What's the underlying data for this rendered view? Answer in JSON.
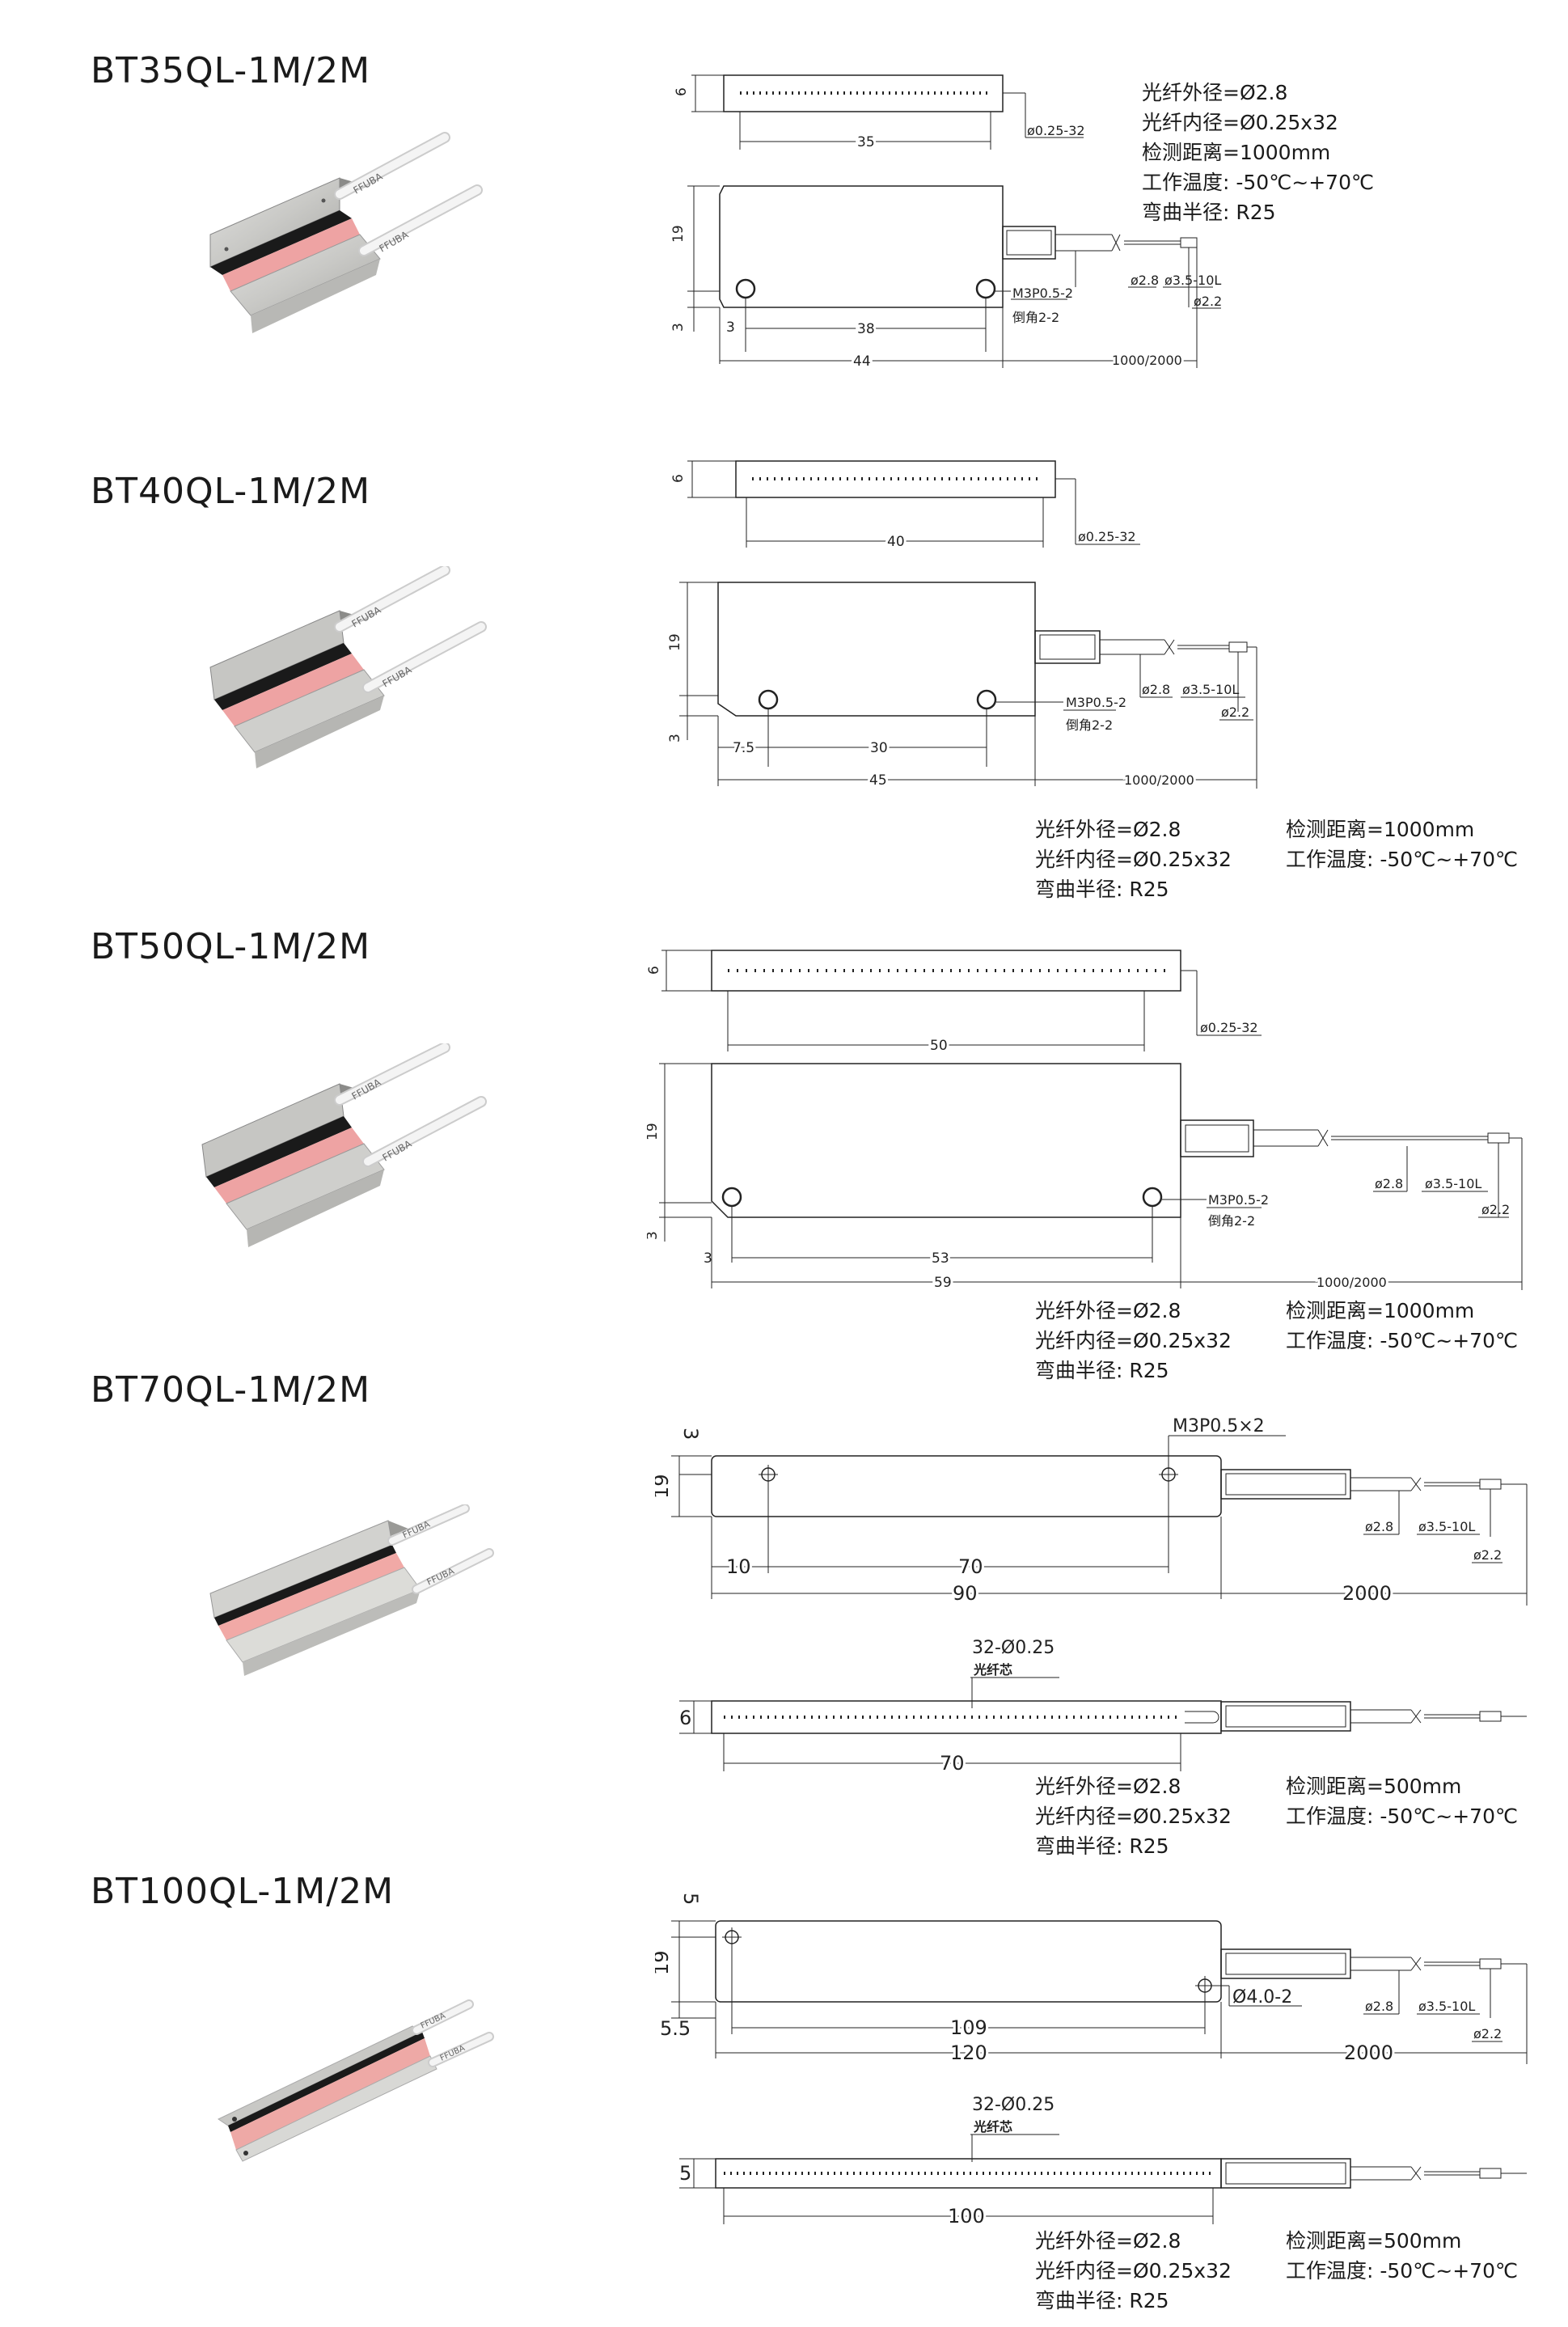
{
  "sections": [
    {
      "model": "BT35QL-1M/2M",
      "photo": {
        "label_top": "FFUBA",
        "label_bottom": "FFUBA"
      },
      "top_view": {
        "dims": {
          "thickness": "6",
          "length": "35",
          "hole": "ø0.25-32"
        }
      },
      "front_view": {
        "dims": {
          "height": "19",
          "offset": "3",
          "gap": "3",
          "hole_spacing": "38",
          "total": "44",
          "cable": "1000/2000",
          "thread": "M3P0.5-2",
          "chamfer": "倒角2-2",
          "d_outer": "ø2.8",
          "tip": "ø3.5-10L",
          "tip_d": "ø2.2"
        }
      },
      "specs": {
        "outer_dia": "光纤外径=Ø2.8",
        "inner_dia": "光纤内径=Ø0.25x32",
        "distance": "检测距离=1000mm",
        "temp": "工作温度: -50℃~+70℃",
        "bend": "弯曲半径: R25"
      }
    },
    {
      "model": "BT40QL-1M/2M",
      "photo": {
        "label_top": "FFUBA",
        "label_bottom": "FFUBA"
      },
      "top_view": {
        "dims": {
          "thickness": "6",
          "length": "40",
          "hole": "ø0.25-32"
        }
      },
      "front_view": {
        "dims": {
          "height": "19",
          "offset": "3",
          "gap": "7.5",
          "hole_spacing": "30",
          "total": "45",
          "cable": "1000/2000",
          "thread": "M3P0.5-2",
          "chamfer": "倒角2-2",
          "d_outer": "ø2.8",
          "tip": "ø3.5-10L",
          "tip_d": "ø2.2"
        }
      },
      "specs": {
        "outer_dia": "光纤外径=Ø2.8",
        "inner_dia": "光纤内径=Ø0.25x32",
        "bend": "弯曲半径: R25",
        "distance": "检测距离=1000mm",
        "temp": "工作温度: -50℃~+70℃"
      }
    },
    {
      "model": "BT50QL-1M/2M",
      "photo": {
        "label_top": "FFUBA",
        "label_bottom": "FFUBA"
      },
      "top_view": {
        "dims": {
          "thickness": "6",
          "length": "50",
          "hole": "ø0.25-32"
        }
      },
      "front_view": {
        "dims": {
          "height": "19",
          "offset": "3",
          "gap": "3",
          "hole_spacing": "53",
          "total": "59",
          "cable": "1000/2000",
          "thread": "M3P0.5-2",
          "chamfer": "倒角2-2",
          "d_outer": "ø2.8",
          "tip": "ø3.5-10L",
          "tip_d": "ø2.2"
        }
      },
      "specs": {
        "outer_dia": "光纤外径=Ø2.8",
        "inner_dia": "光纤内径=Ø0.25x32",
        "bend": "弯曲半径: R25",
        "distance": "检测距离=1000mm",
        "temp": "工作温度: -50℃~+70℃"
      }
    },
    {
      "model": "BT70QL-1M/2M",
      "photo": {
        "label_top": "FFUBA",
        "label_bottom": "FFUBA"
      },
      "front_view": {
        "dims": {
          "thread": "M3P0.5×2",
          "offset": "3",
          "height": "19",
          "gap": "10",
          "hole_spacing": "70",
          "total": "90",
          "cable": "2000",
          "d_outer": "ø2.8",
          "tip": "ø3.5-10L",
          "tip_d": "ø2.2"
        }
      },
      "top_view": {
        "dims": {
          "holes": "32-Ø0.25",
          "core": "光纤芯",
          "thickness": "6",
          "length": "70"
        }
      },
      "specs": {
        "outer_dia": "光纤外径=Ø2.8",
        "inner_dia": "光纤内径=Ø0.25x32",
        "bend": "弯曲半径: R25",
        "distance": "检测距离=500mm",
        "temp": "工作温度: -50℃~+70℃"
      }
    },
    {
      "model": "BT100QL-1M/2M",
      "photo": {
        "label_top": "FFUBA",
        "label_bottom": "FFUBA"
      },
      "front_view": {
        "dims": {
          "offset": "5",
          "height": "19",
          "bottom": "5.5",
          "hole_spacing": "109",
          "total": "120",
          "hole": "Ø4.0-2",
          "cable": "2000",
          "d_outer": "ø2.8",
          "tip": "ø3.5-10L",
          "tip_d": "ø2.2"
        }
      },
      "top_view": {
        "dims": {
          "holes": "32-Ø0.25",
          "core": "光纤芯",
          "thickness": "5",
          "length": "100"
        }
      },
      "specs": {
        "outer_dia": "光纤外径=Ø2.8",
        "inner_dia": "光纤内径=Ø0.25x32",
        "bend": "弯曲半径: R25",
        "distance": "检测距离=500mm",
        "temp": "工作温度: -50℃~+70℃"
      }
    }
  ]
}
